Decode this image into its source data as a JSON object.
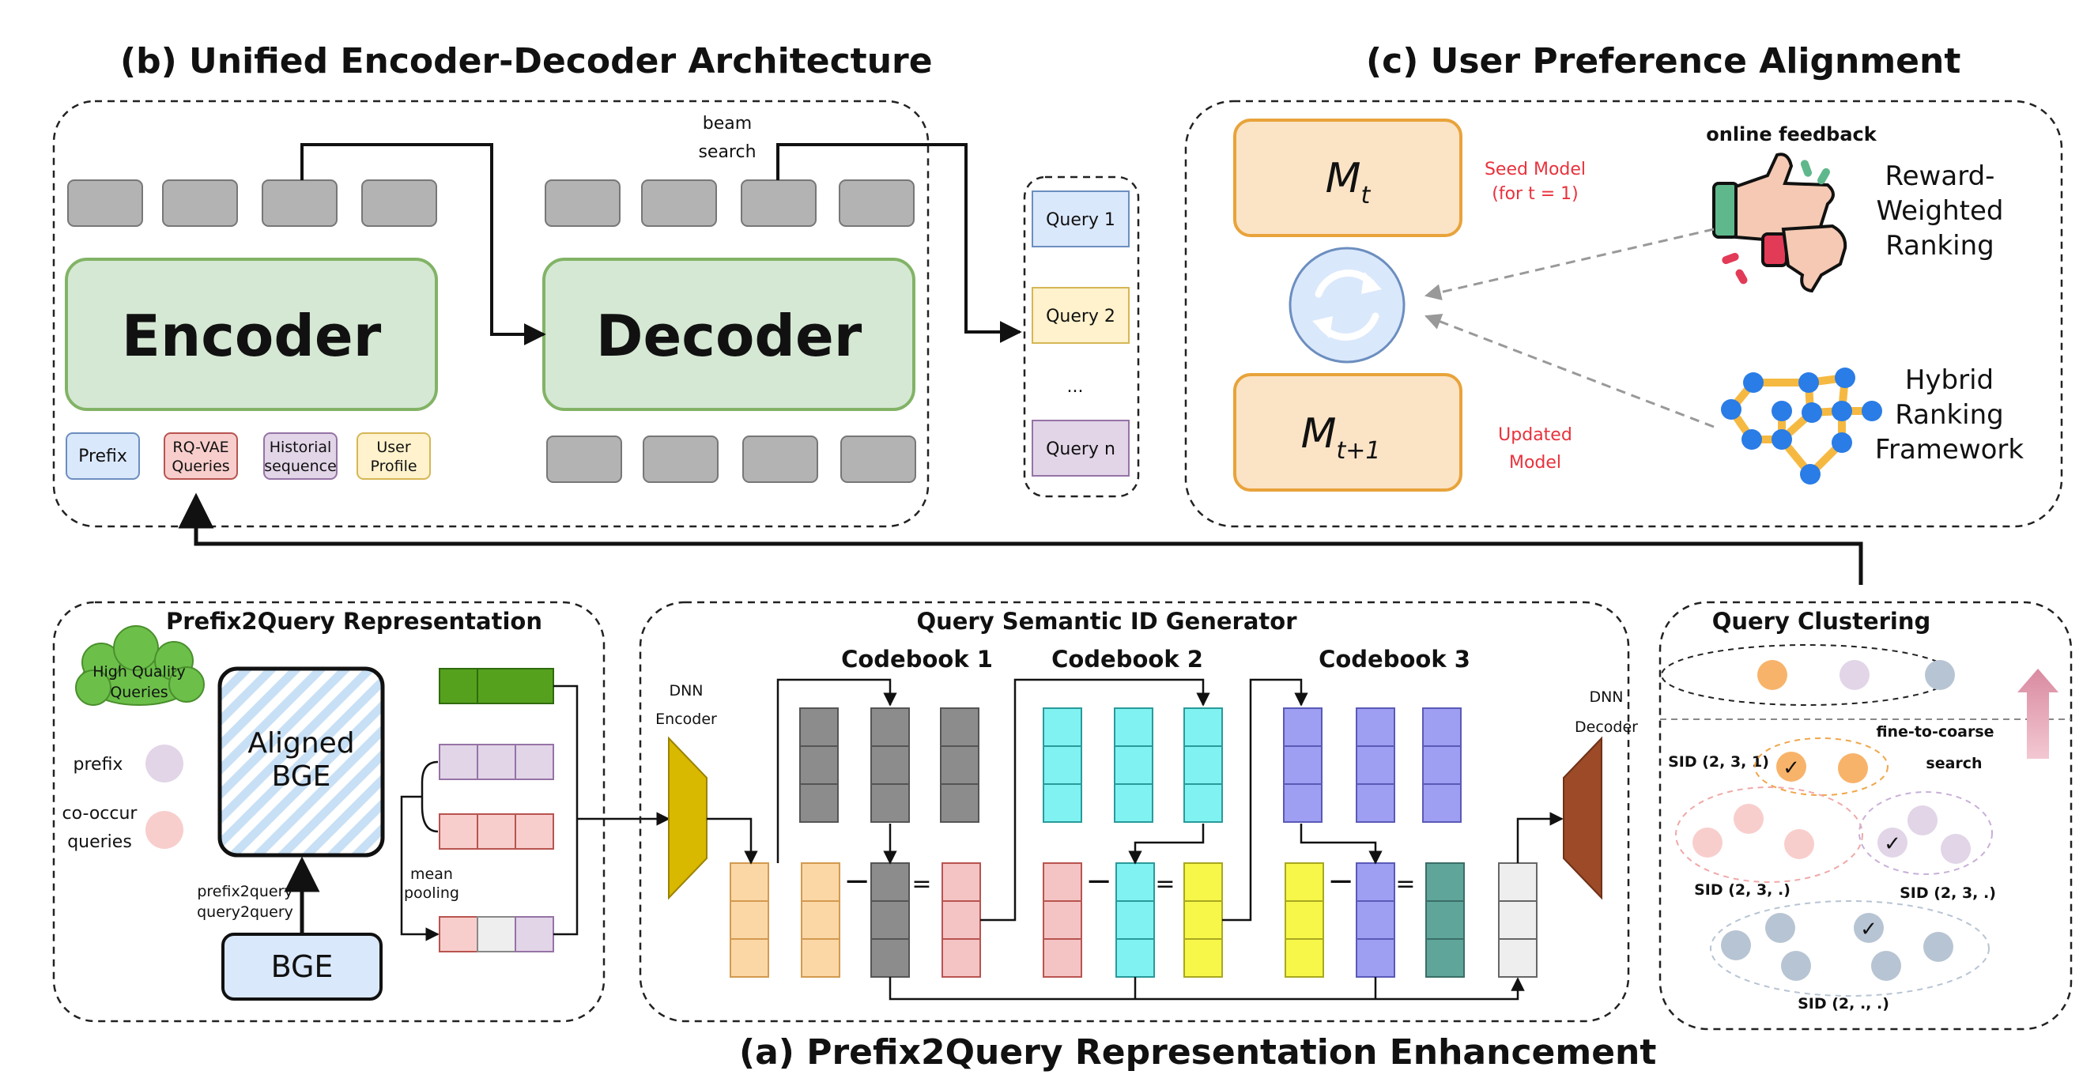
{
  "section_b": {
    "title": "(b) Unified Encoder-Decoder Architecture",
    "encoder": "Encoder",
    "decoder": "Decoder",
    "beam_search": [
      "beam",
      "search"
    ],
    "inputs": {
      "prefix": "Prefix",
      "rqvae": [
        "RQ-VAE",
        "Queries"
      ],
      "history": [
        "Historial",
        "sequence"
      ],
      "profile": [
        "User",
        "Profile"
      ]
    },
    "queries": [
      "Query 1",
      "Query 2",
      "...",
      "Query n"
    ]
  },
  "section_c": {
    "title": "(c) User Preference Alignment",
    "model_t": "M_t",
    "model_t1": "M_t+1",
    "seed_label": [
      "Seed Model",
      "(for t = 1)"
    ],
    "updated_label": [
      "Updated",
      "Model"
    ],
    "online_feedback": "online feedback",
    "reward_ranking": [
      "Reward-",
      "Weighted",
      "Ranking"
    ],
    "hybrid_ranking": [
      "Hybrid",
      "Ranking",
      "Framework"
    ]
  },
  "section_a": {
    "title": "(a) Prefix2Query Representation Enhancement",
    "p2q": {
      "title": "Prefix2Query Representation",
      "hq_queries": [
        "High Quality",
        "Queries"
      ],
      "prefix": "prefix",
      "cooccur": [
        "co-occur",
        "queries"
      ],
      "aligned_bge": [
        "Aligned",
        "BGE"
      ],
      "bge": "BGE",
      "training": [
        "prefix2query",
        "query2query"
      ],
      "mean_pooling": [
        "mean",
        "pooling"
      ]
    },
    "qsid": {
      "title": "Query Semantic ID Generator",
      "dnn_encoder": [
        "DNN",
        "Encoder"
      ],
      "dnn_decoder": [
        "DNN",
        "Decoder"
      ],
      "codebooks": [
        "Codebook 1",
        "Codebook 2",
        "Codebook 3"
      ],
      "minus": "−",
      "equals": "="
    },
    "qc": {
      "title": "Query Clustering",
      "fine_to_coarse": [
        "fine-to-coarse",
        "search"
      ],
      "sid_1": "SID (2, 3, 1)",
      "sid_2a": "SID (2, 3, .)",
      "sid_2b": "SID (2, 3, .)",
      "sid_3": "SID (2, ., .)"
    }
  },
  "colors": {
    "encoder_fill": "#d5e8d4",
    "encoder_stroke": "#82b366",
    "model_fill": "#fbe3c6",
    "model_stroke": "#e8a33a",
    "gray_token": "#b3b3b3",
    "orange": "#fbd7a6",
    "gray_cb": "#8c8c8c",
    "pink": "#f4c4c4",
    "cyan": "#80f2f2",
    "yellow": "#f7f74a",
    "purple": "#9e9ef2",
    "teal": "#5fa59a",
    "light": "#eeeeee",
    "green_bar": "#55a11e",
    "encoder_trap": "#d9b800",
    "decoder_trap": "#9c4a27",
    "blue_node": "#2a7ce6",
    "edge_orange": "#f5b942"
  }
}
